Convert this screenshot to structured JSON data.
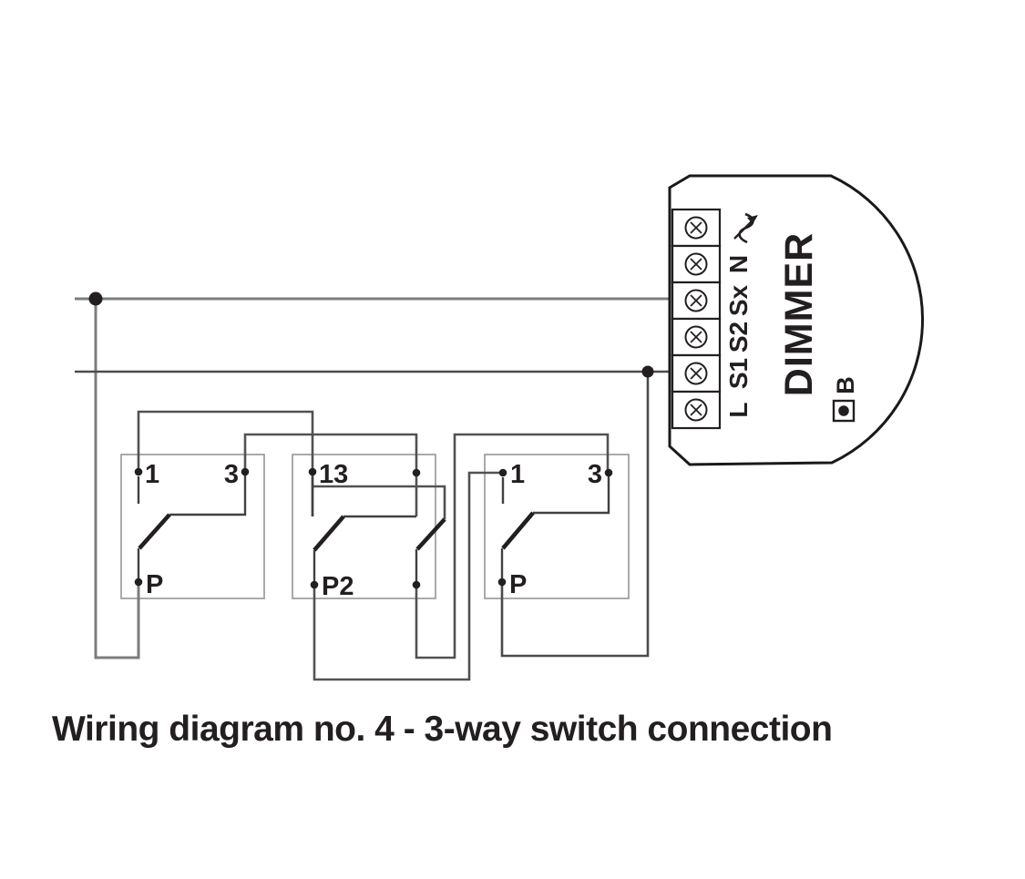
{
  "page": {
    "caption": "Wiring diagram no. 4 - 3-way switch connection"
  },
  "dimmer": {
    "label": "DIMMER",
    "button_label": "B",
    "terminals": [
      "L",
      "S1",
      "S2",
      "Sx",
      "N"
    ],
    "load_symbol_icon": "dimmed-load-icon"
  },
  "switches": [
    {
      "top_left": "1",
      "top_right": "3",
      "bottom_left": "P"
    },
    {
      "top_left": "13",
      "bottom_left": "P2"
    },
    {
      "top_left": "1",
      "top_right": "3",
      "bottom_left": "P"
    }
  ],
  "colors": {
    "line_black": "#231f20",
    "wire_gray": "#7b7c7e",
    "wire_dark": "#515254",
    "wire_darker": "#414042",
    "box_gray": "#939598",
    "background": "#ffffff"
  }
}
